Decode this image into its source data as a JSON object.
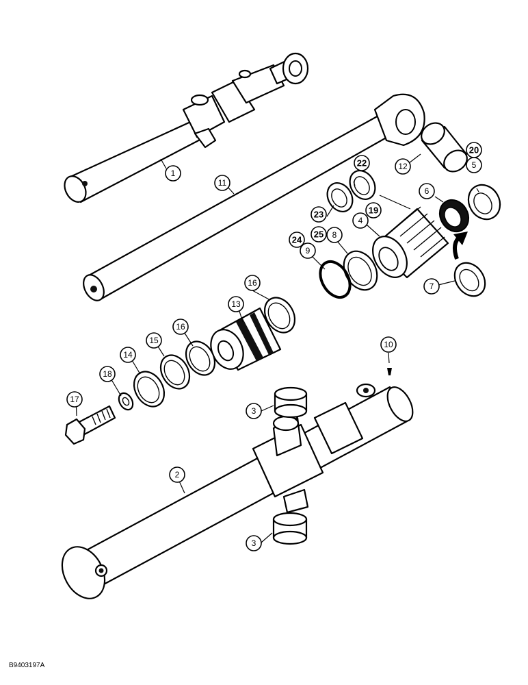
{
  "figure": {
    "ref_code": "B9403197A"
  },
  "callouts": {
    "c1": "1",
    "c2": "2",
    "c3a": "3",
    "c3b": "3",
    "c4": "4",
    "c5": "5",
    "c6": "6",
    "c7": "7",
    "c8": "8",
    "c9": "9",
    "c10": "10",
    "c11": "11",
    "c12": "12",
    "c13": "13",
    "c14": "14",
    "c15": "15",
    "c16a": "16",
    "c16b": "16",
    "c17": "17",
    "c18": "18",
    "c19": "19",
    "c20": "20",
    "c22": "22",
    "c23": "23",
    "c24": "24",
    "c25": "25"
  }
}
